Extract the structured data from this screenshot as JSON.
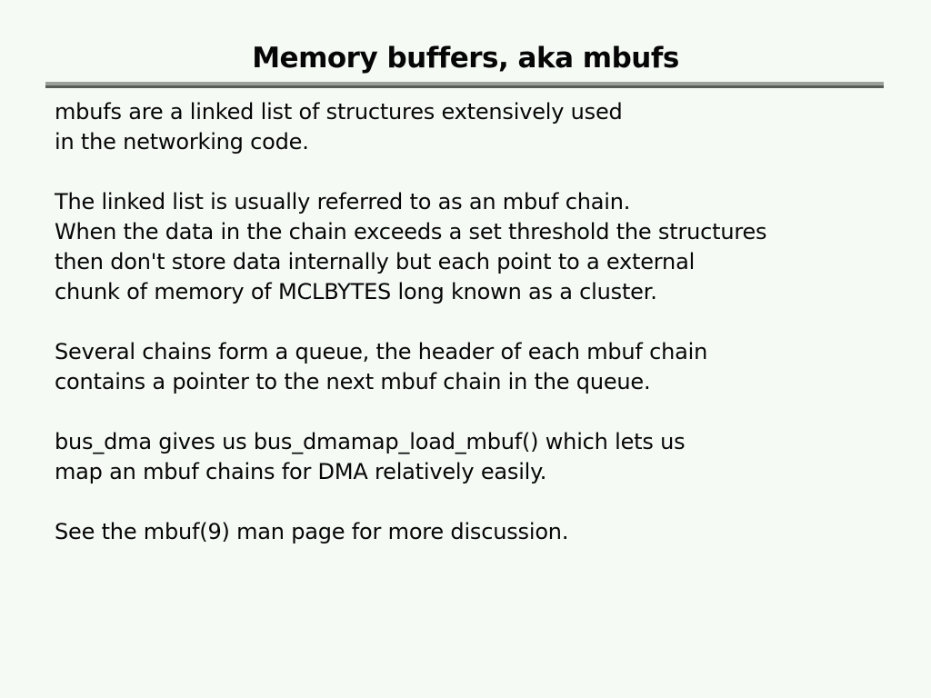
{
  "slide": {
    "title": "Memory buffers, aka mbufs",
    "paragraphs": [
      {
        "lines": [
          "mbufs are a linked list of structures extensively used",
          "in the networking code."
        ]
      },
      {
        "lines": [
          "The linked list is usually referred to as an mbuf chain.",
          "When the data in the chain exceeds a set threshold the structures",
          "then don't store data internally but each point to a external",
          "chunk of memory of MCLBYTES long known as a cluster."
        ]
      },
      {
        "lines": [
          "Several chains form a queue, the header of each mbuf chain",
          "contains a pointer to the next mbuf chain in the queue."
        ]
      },
      {
        "lines": [
          "bus_dma gives us bus_dmamap_load_mbuf() which lets us",
          "map an mbuf chains for DMA relatively easily."
        ]
      },
      {
        "lines": [
          "See the mbuf(9) man page for more discussion."
        ]
      }
    ]
  },
  "colors": {
    "background": "#f5faf5",
    "text": "#060606",
    "rule_top": "#9aa09a",
    "rule_bottom": "#575c57"
  }
}
